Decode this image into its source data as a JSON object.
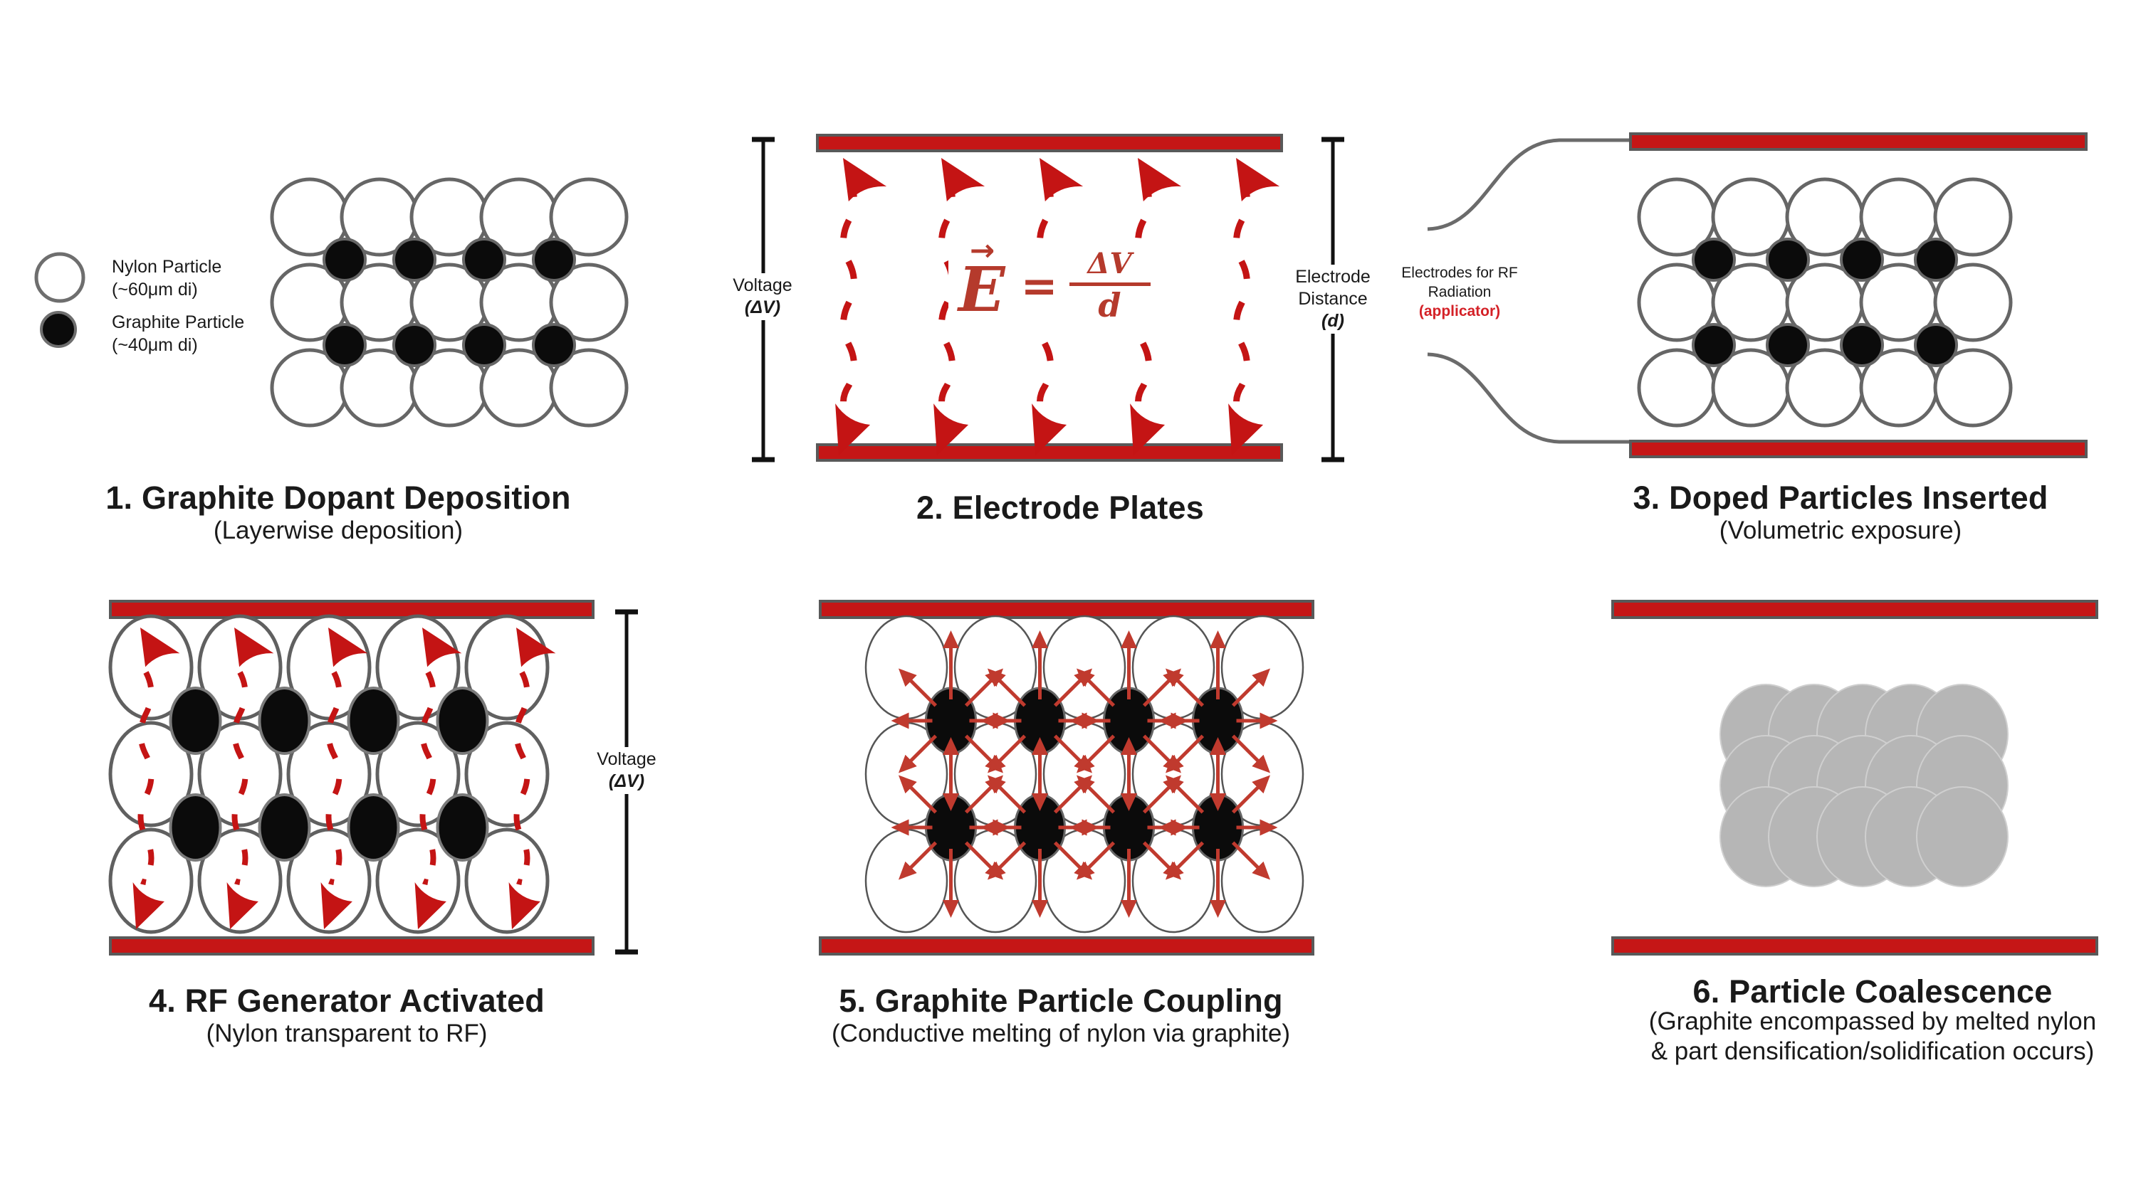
{
  "legend": {
    "nylon": {
      "label": "Nylon Particle",
      "size": "(~60μm di)"
    },
    "graphite": {
      "label": "Graphite Particle",
      "size": "(~40μm di)"
    }
  },
  "panels": {
    "p1": {
      "title": "1. Graphite Dopant Deposition",
      "subtitle": "(Layerwise deposition)"
    },
    "p2": {
      "title": "2. Electrode Plates",
      "voltage": {
        "label": "Voltage",
        "symbol": "(ΔV)"
      },
      "distance": {
        "line1": "Electrode",
        "line2": "Distance",
        "symbol": "(d)"
      },
      "equation": {
        "arrow": "→",
        "lhs": "E",
        "rel": "=",
        "num": "ΔV",
        "den": "d"
      }
    },
    "p3": {
      "title": "3. Doped Particles Inserted",
      "subtitle": "(Volumetric exposure)",
      "note": {
        "line1": "Electrodes for RF",
        "line2": "Radiation",
        "line3": "(applicator)"
      }
    },
    "p4": {
      "title": "4. RF Generator Activated",
      "subtitle": "(Nylon transparent to RF)",
      "voltage": {
        "label": "Voltage",
        "symbol": "(ΔV)"
      }
    },
    "p5": {
      "title": "5. Graphite Particle Coupling",
      "subtitle": "(Conductive melting of nylon via graphite)"
    },
    "p6": {
      "title": "6. Particle Coalescence",
      "subtitle_line1": "(Graphite encompassed by melted nylon",
      "subtitle_line2": "& part densification/solidification occurs)"
    }
  },
  "colors": {
    "electrode_red": "#c51616",
    "rf_red": "#c41414",
    "coupling_red": "#c03a2e",
    "equation_red": "#b53a2c",
    "applicator_red": "#d42127",
    "particle_black": "#0b0b0b",
    "nylon_outline": "#666666",
    "coalesced_fill": "#b6b6b6",
    "coalesced_outline": "#cfcfcf",
    "text": "#1a1a1a"
  }
}
